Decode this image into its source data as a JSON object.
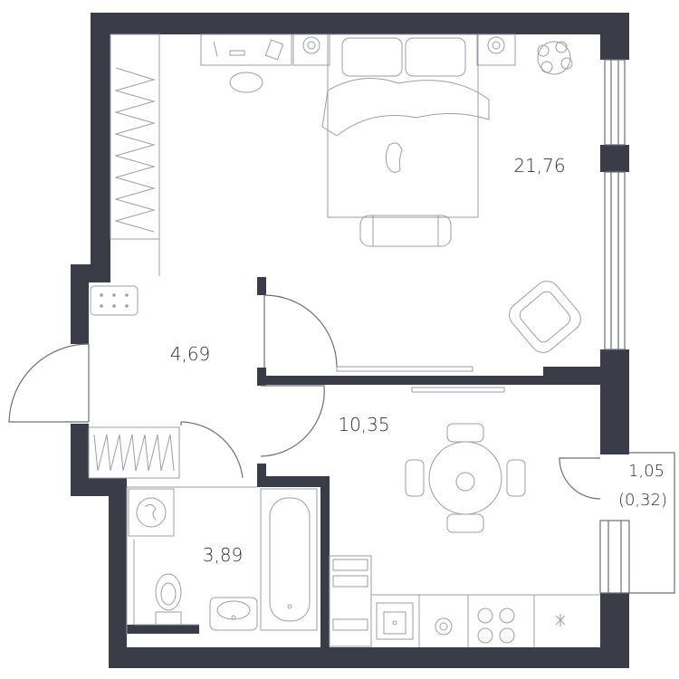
{
  "colors": {
    "wall": "#3a3d48",
    "line": "#6b6f7a",
    "furniture": "#9a9ea8",
    "background": "#ffffff"
  },
  "rooms": {
    "bedroom_area": "21,76",
    "hall_area": "4,69",
    "kitchen_area": "10,35",
    "bathroom_area": "3,89",
    "balcony_area": "1,05",
    "balcony_reduced_area": "(0,32)"
  }
}
